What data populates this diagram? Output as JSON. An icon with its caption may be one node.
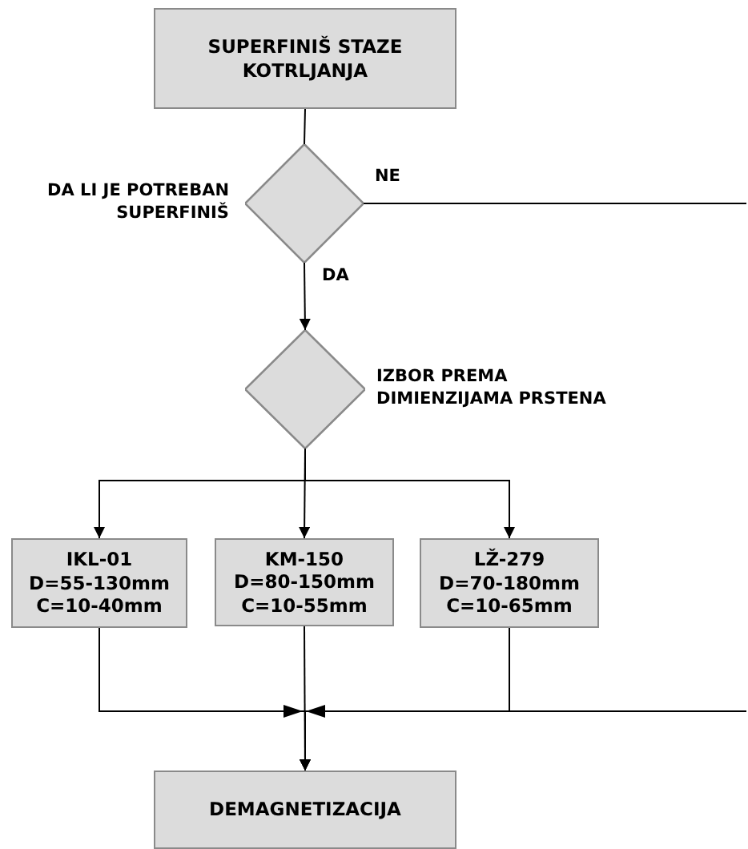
{
  "diagram": {
    "nodes": [
      {
        "text": [
          "SUPERFINIŠ STAZE KOTRLJANJA"
        ]
      },
      {
        "text": [
          "DA LI JE POTREBAN SUPERFINIŠ"
        ]
      },
      {
        "text": [
          "IZBOR PREMA DIMIENZIJAMA PRSTENA"
        ]
      },
      {
        "text": [
          "IKL-01",
          "D=55-130mm",
          "C=10-40mm"
        ]
      },
      {
        "text": [
          "KM-150",
          "D=80-150mm",
          "C=10-55mm"
        ]
      },
      {
        "text": [
          "LŽ-279",
          "D=70-180mm",
          "C=10-65mm"
        ]
      },
      {
        "text": [
          "DEMAGNETIZACIJA"
        ]
      }
    ],
    "edges": [
      {
        "from": 0,
        "to": 1,
        "arrow": "none"
      },
      {
        "from": 1,
        "to": null,
        "arrow": "none",
        "label": "NE"
      },
      {
        "from": 1,
        "to": 2,
        "arrow": "to",
        "label": "DA"
      },
      {
        "from": 2,
        "to": 3,
        "arrow": "to"
      },
      {
        "from": 2,
        "to": 4,
        "arrow": "to"
      },
      {
        "from": 2,
        "to": 5,
        "arrow": "to"
      },
      {
        "from": 3,
        "to": 6,
        "arrow": "to"
      },
      {
        "from": 4,
        "to": 6,
        "arrow": "to"
      },
      {
        "from": 5,
        "to": 6,
        "arrow": "to"
      },
      {
        "from": null,
        "to": 6,
        "arrow": "to"
      }
    ]
  }
}
